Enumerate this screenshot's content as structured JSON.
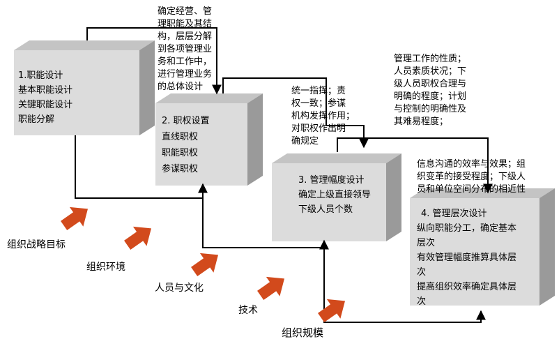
{
  "colors": {
    "box_front": "#dcdcdc",
    "box_side": "#9a9a9a",
    "box_top": "#c4c4c4",
    "line": "#000000",
    "arrow": "#d24a1c"
  },
  "boxes": [
    {
      "lines": [
        "1.职能设计",
        "基本职能设计",
        "关键职能设计",
        "职能分解"
      ]
    },
    {
      "lines": [
        "2. 职权设置",
        "直线职权",
        "职能职权",
        "参谋职权"
      ]
    },
    {
      "lines": [
        "3. 管理幅度设计",
        "确定上级直接领导",
        "下级人员个数"
      ]
    },
    {
      "lines": [
        "4. 管理层次设计",
        "纵向职能分工，确定基本",
        "层次",
        "有效管理幅度推算具体层",
        "次",
        "提高组织效率确定具体层",
        "次"
      ]
    }
  ],
  "notes": [
    {
      "lines": [
        "确定经营、管",
        "理职能及其结",
        "构，层层分解",
        "到各项管理业",
        "务和工作中，",
        "进行管理业务",
        "的总体设计"
      ]
    },
    {
      "lines": [
        "统一指挥；责",
        "权一致；参谋",
        "机构发挥作用；",
        "对职权作出明",
        "确规定"
      ]
    },
    {
      "lines": [
        "管理工作的性质；",
        "人员素质状况；下",
        "级人员职权合理与",
        "明确的程度；计划",
        "与控制的明确性及",
        "其难易程度；"
      ]
    },
    {
      "lines": [
        "信息沟通的效率与效果；组",
        "织变革的接受程度；下级人",
        "员和单位空间分布的相近性"
      ]
    }
  ],
  "factors": [
    "组织战略目标",
    "组织环境",
    "人员与文化",
    "技术",
    "组织规模"
  ]
}
